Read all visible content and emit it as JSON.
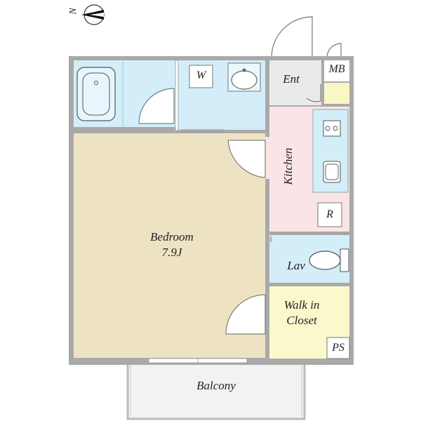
{
  "compass": {
    "label": "N"
  },
  "rooms": {
    "bedroom": {
      "name": "Bedroom",
      "size": "7.9J"
    },
    "kitchen": "Kitchen",
    "entrance": "Ent",
    "lavatory": "Lav",
    "walk_in_closet": {
      "line1": "Walk in",
      "line2": "Closet"
    },
    "balcony": "Balcony"
  },
  "fixtures": {
    "washer": "W",
    "fridge": "R",
    "meter_box": "MB",
    "pipe_space": "PS"
  },
  "colors": {
    "wall": "#a9a9a9",
    "wet_area": "#d3eef8",
    "bedroom": "#ede3c3",
    "kitchen": "#fae4e6",
    "entrance": "#eaeaea",
    "closet": "#fbf8cc",
    "shoe_box": "#faf7c7",
    "balcony": "#f2f2f2"
  }
}
